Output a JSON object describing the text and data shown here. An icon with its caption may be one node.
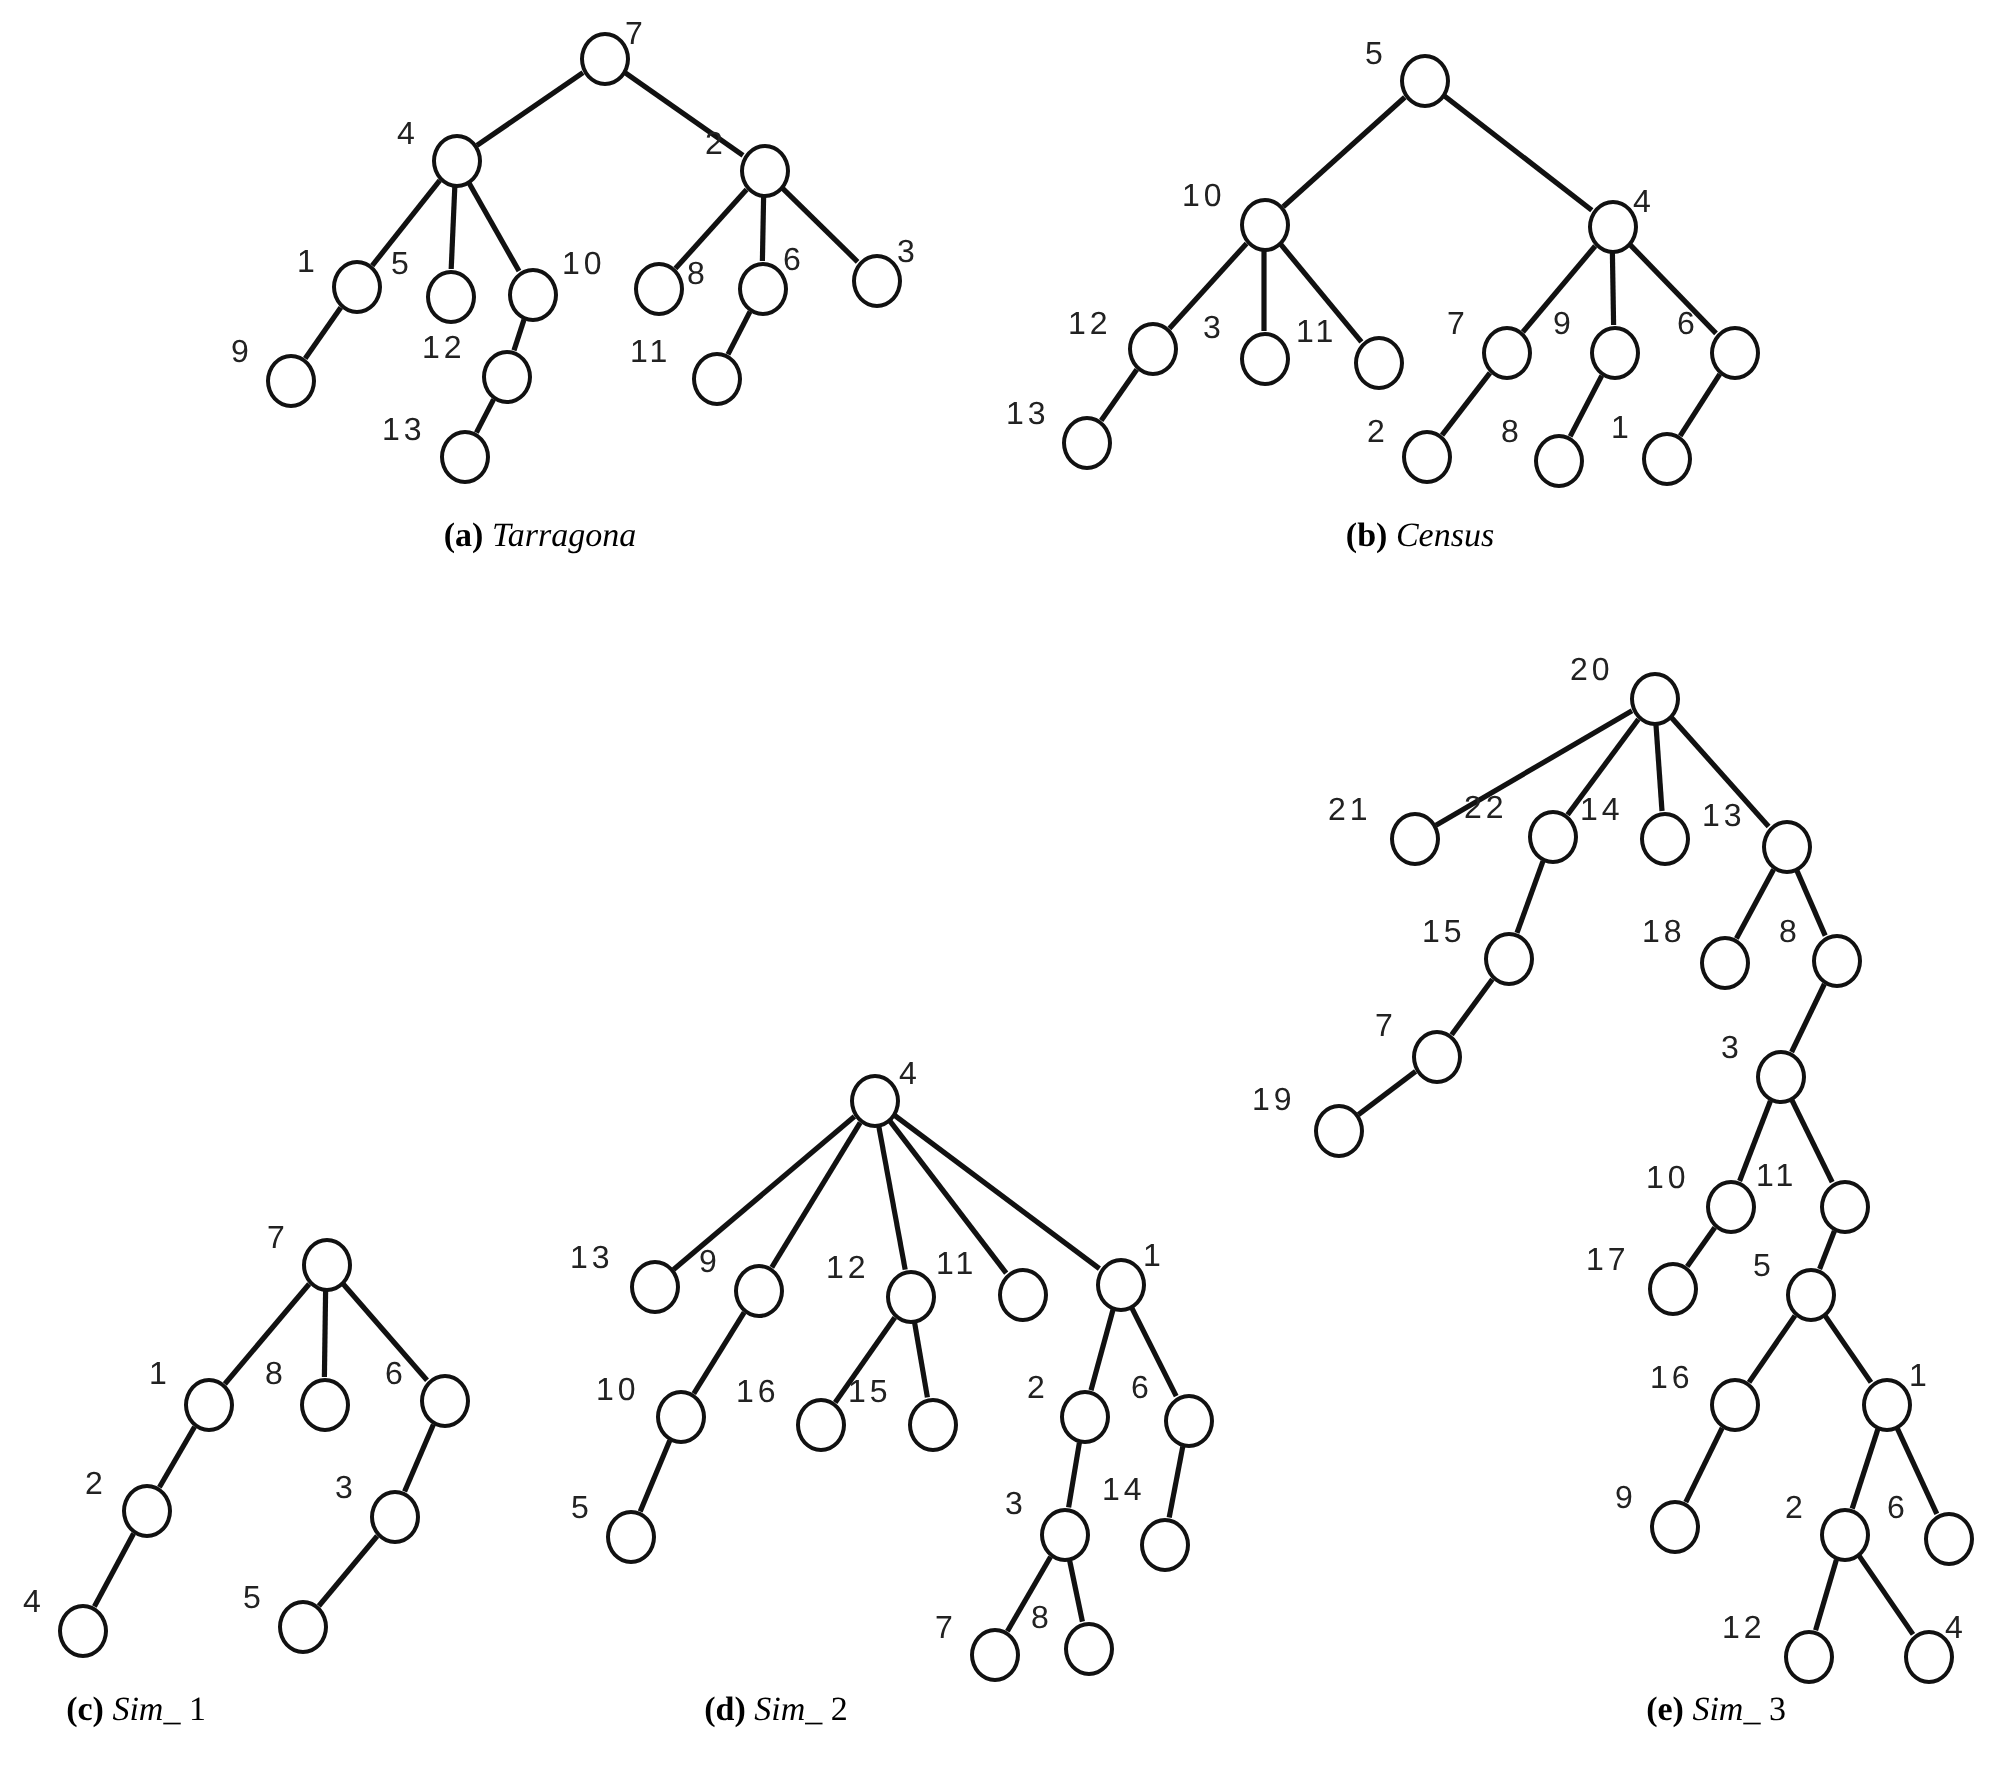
{
  "diagram": {
    "nodes": [
      {
        "text": [
          "7"
        ]
      },
      {
        "text": [
          "4"
        ]
      },
      {
        "text": [
          "2"
        ]
      },
      {
        "text": [
          "1"
        ]
      },
      {
        "text": [
          "5"
        ]
      },
      {
        "text": [
          "10"
        ]
      },
      {
        "text": [
          "8"
        ]
      },
      {
        "text": [
          "6"
        ]
      },
      {
        "text": [
          "3"
        ]
      },
      {
        "text": [
          "9"
        ]
      },
      {
        "text": [
          "12"
        ]
      },
      {
        "text": [
          "11"
        ]
      },
      {
        "text": [
          "13"
        ]
      },
      {
        "text": [
          "5"
        ]
      },
      {
        "text": [
          "10"
        ]
      },
      {
        "text": [
          "4"
        ]
      },
      {
        "text": [
          "12"
        ]
      },
      {
        "text": [
          "3"
        ]
      },
      {
        "text": [
          "11"
        ]
      },
      {
        "text": [
          "7"
        ]
      },
      {
        "text": [
          "9"
        ]
      },
      {
        "text": [
          "6"
        ]
      },
      {
        "text": [
          "13"
        ]
      },
      {
        "text": [
          "2"
        ]
      },
      {
        "text": [
          "8"
        ]
      },
      {
        "text": [
          "1"
        ]
      },
      {
        "text": [
          "7"
        ]
      },
      {
        "text": [
          "1"
        ]
      },
      {
        "text": [
          "8"
        ]
      },
      {
        "text": [
          "6"
        ]
      },
      {
        "text": [
          "2"
        ]
      },
      {
        "text": [
          "3"
        ]
      },
      {
        "text": [
          "4"
        ]
      },
      {
        "text": [
          "5"
        ]
      },
      {
        "text": [
          "4"
        ]
      },
      {
        "text": [
          "13"
        ]
      },
      {
        "text": [
          "9"
        ]
      },
      {
        "text": [
          "12"
        ]
      },
      {
        "text": [
          "11"
        ]
      },
      {
        "text": [
          "1"
        ]
      },
      {
        "text": [
          "10"
        ]
      },
      {
        "text": [
          "16"
        ]
      },
      {
        "text": [
          "15"
        ]
      },
      {
        "text": [
          "2"
        ]
      },
      {
        "text": [
          "6"
        ]
      },
      {
        "text": [
          "5"
        ]
      },
      {
        "text": [
          "3"
        ]
      },
      {
        "text": [
          "14"
        ]
      },
      {
        "text": [
          "7"
        ]
      },
      {
        "text": [
          "8"
        ]
      },
      {
        "text": [
          "20"
        ]
      },
      {
        "text": [
          "21"
        ]
      },
      {
        "text": [
          "22"
        ]
      },
      {
        "text": [
          "14"
        ]
      },
      {
        "text": [
          "13"
        ]
      },
      {
        "text": [
          "15"
        ]
      },
      {
        "text": [
          "18"
        ]
      },
      {
        "text": [
          "8"
        ]
      },
      {
        "text": [
          "7"
        ]
      },
      {
        "text": [
          "3"
        ]
      },
      {
        "text": [
          "19"
        ]
      },
      {
        "text": [
          "10"
        ]
      },
      {
        "text": [
          "11"
        ]
      },
      {
        "text": [
          "17"
        ]
      },
      {
        "text": [
          "5"
        ]
      },
      {
        "text": [
          "16"
        ]
      },
      {
        "text": [
          "1"
        ]
      },
      {
        "text": [
          "9"
        ]
      },
      {
        "text": [
          "2"
        ]
      },
      {
        "text": [
          "6"
        ]
      },
      {
        "text": [
          "12"
        ]
      },
      {
        "text": [
          "4"
        ]
      }
    ],
    "edges": [
      {
        "from": 0,
        "to": 1,
        "arrow": "none"
      },
      {
        "from": 0,
        "to": 2,
        "arrow": "none"
      },
      {
        "from": 1,
        "to": 3,
        "arrow": "none"
      },
      {
        "from": 1,
        "to": 4,
        "arrow": "none"
      },
      {
        "from": 1,
        "to": 5,
        "arrow": "none"
      },
      {
        "from": 3,
        "to": 9,
        "arrow": "none"
      },
      {
        "from": 5,
        "to": 10,
        "arrow": "none"
      },
      {
        "from": 10,
        "to": 12,
        "arrow": "none"
      },
      {
        "from": 2,
        "to": 6,
        "arrow": "none"
      },
      {
        "from": 2,
        "to": 7,
        "arrow": "none"
      },
      {
        "from": 2,
        "to": 8,
        "arrow": "none"
      },
      {
        "from": 7,
        "to": 11,
        "arrow": "none"
      },
      {
        "from": 13,
        "to": 14,
        "arrow": "none"
      },
      {
        "from": 13,
        "to": 15,
        "arrow": "none"
      },
      {
        "from": 14,
        "to": 16,
        "arrow": "none"
      },
      {
        "from": 14,
        "to": 17,
        "arrow": "none"
      },
      {
        "from": 14,
        "to": 18,
        "arrow": "none"
      },
      {
        "from": 16,
        "to": 22,
        "arrow": "none"
      },
      {
        "from": 15,
        "to": 19,
        "arrow": "none"
      },
      {
        "from": 15,
        "to": 20,
        "arrow": "none"
      },
      {
        "from": 15,
        "to": 21,
        "arrow": "none"
      },
      {
        "from": 19,
        "to": 23,
        "arrow": "none"
      },
      {
        "from": 20,
        "to": 24,
        "arrow": "none"
      },
      {
        "from": 21,
        "to": 25,
        "arrow": "none"
      },
      {
        "from": 26,
        "to": 27,
        "arrow": "none"
      },
      {
        "from": 26,
        "to": 28,
        "arrow": "none"
      },
      {
        "from": 26,
        "to": 29,
        "arrow": "none"
      },
      {
        "from": 27,
        "to": 30,
        "arrow": "none"
      },
      {
        "from": 30,
        "to": 32,
        "arrow": "none"
      },
      {
        "from": 29,
        "to": 31,
        "arrow": "none"
      },
      {
        "from": 31,
        "to": 33,
        "arrow": "none"
      },
      {
        "from": 34,
        "to": 35,
        "arrow": "none"
      },
      {
        "from": 34,
        "to": 36,
        "arrow": "none"
      },
      {
        "from": 34,
        "to": 37,
        "arrow": "none"
      },
      {
        "from": 34,
        "to": 38,
        "arrow": "none"
      },
      {
        "from": 34,
        "to": 39,
        "arrow": "none"
      },
      {
        "from": 36,
        "to": 40,
        "arrow": "none"
      },
      {
        "from": 40,
        "to": 45,
        "arrow": "none"
      },
      {
        "from": 37,
        "to": 41,
        "arrow": "none"
      },
      {
        "from": 37,
        "to": 42,
        "arrow": "none"
      },
      {
        "from": 39,
        "to": 43,
        "arrow": "none"
      },
      {
        "from": 39,
        "to": 44,
        "arrow": "none"
      },
      {
        "from": 43,
        "to": 46,
        "arrow": "none"
      },
      {
        "from": 46,
        "to": 48,
        "arrow": "none"
      },
      {
        "from": 46,
        "to": 49,
        "arrow": "none"
      },
      {
        "from": 44,
        "to": 47,
        "arrow": "none"
      },
      {
        "from": 50,
        "to": 51,
        "arrow": "none"
      },
      {
        "from": 50,
        "to": 52,
        "arrow": "none"
      },
      {
        "from": 50,
        "to": 53,
        "arrow": "none"
      },
      {
        "from": 50,
        "to": 54,
        "arrow": "none"
      },
      {
        "from": 52,
        "to": 55,
        "arrow": "none"
      },
      {
        "from": 55,
        "to": 58,
        "arrow": "none"
      },
      {
        "from": 58,
        "to": 60,
        "arrow": "none"
      },
      {
        "from": 54,
        "to": 56,
        "arrow": "none"
      },
      {
        "from": 54,
        "to": 57,
        "arrow": "none"
      },
      {
        "from": 57,
        "to": 59,
        "arrow": "none"
      },
      {
        "from": 59,
        "to": 61,
        "arrow": "none"
      },
      {
        "from": 59,
        "to": 62,
        "arrow": "none"
      },
      {
        "from": 61,
        "to": 63,
        "arrow": "none"
      },
      {
        "from": 62,
        "to": 64,
        "arrow": "none"
      },
      {
        "from": 64,
        "to": 65,
        "arrow": "none"
      },
      {
        "from": 64,
        "to": 66,
        "arrow": "none"
      },
      {
        "from": 65,
        "to": 67,
        "arrow": "none"
      },
      {
        "from": 66,
        "to": 68,
        "arrow": "none"
      },
      {
        "from": 66,
        "to": 69,
        "arrow": "none"
      },
      {
        "from": 68,
        "to": 70,
        "arrow": "none"
      },
      {
        "from": 68,
        "to": 71,
        "arrow": "none"
      }
    ],
    "labels": [
      "**(a)** *Tarragona*",
      "**(b)** *Census*",
      "**(c)** *Sim_* 1",
      "**(d)** *Sim_* 2",
      "**(e)** *Sim_* 3"
    ]
  }
}
